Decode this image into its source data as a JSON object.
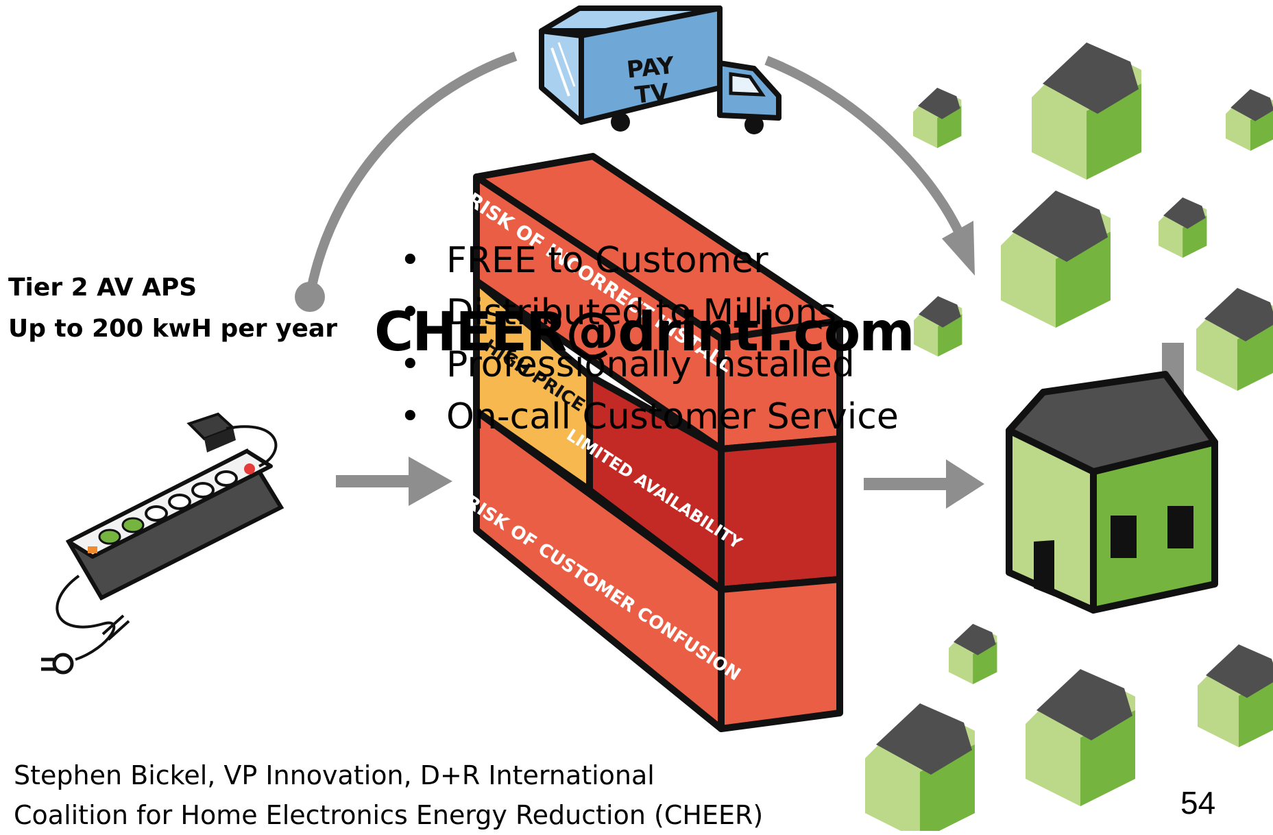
{
  "slide": {
    "tier_line1": "Tier 2 AV APS",
    "tier_line2": "Up to 200 kwH per year",
    "bullets": [
      "FREE to Customer",
      "Distributed to Millions",
      "Professionally Installed",
      "On-call Customer Service"
    ],
    "overlay_email": "CHEER@drintl.com",
    "credit_line1": "Stephen Bickel, VP Innovation, D+R International",
    "credit_line2": "Coalition for Home Electronics Energy Reduction (CHEER)",
    "page_number": "54"
  },
  "truck": {
    "label_line1": "PAY",
    "label_line2": "TV"
  },
  "wall": {
    "top_label": "RISK OF INCORRECT INSTALL",
    "price_label": "HIGH PRICE",
    "availability_label": "LIMITED AVAILABILITY",
    "confusion_label": "RISK OF CUSTOMER CONFUSION"
  },
  "colors": {
    "arrow_gray": "#8e8e8e",
    "wall_orange": "#e95e45",
    "wall_red": "#c42a25",
    "wall_yellow": "#f6b84f",
    "house_light": "#bcd98a",
    "house_dark": "#74b43f",
    "roof": "#4f4f4f",
    "truck_blue": "#6fa8d6"
  }
}
